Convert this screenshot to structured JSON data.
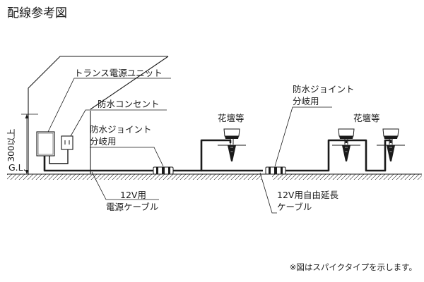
{
  "title": "配線参考図",
  "labels": {
    "transformer": "トランス電源ユニット",
    "outlet": "防水コンセント",
    "joint_left_line1": "防水ジョイント",
    "joint_left_line2": "分岐用",
    "joint_right_line1": "防水ジョイント",
    "joint_right_line2": "分岐用",
    "flowerbed_left": "花壇等",
    "flowerbed_right": "花壇等",
    "height": "300以上",
    "ground_level": "G.L.",
    "cable_main_line1": "12V用",
    "cable_main_line2": "電源ケーブル",
    "cable_ext_line1": "12V用自由延長",
    "cable_ext_line2": "ケーブル"
  },
  "note": "※図はスパイクタイプを示します。",
  "icons": [
    "transformer-box",
    "waterproof-outlet",
    "waterproof-joint",
    "spike-light"
  ]
}
